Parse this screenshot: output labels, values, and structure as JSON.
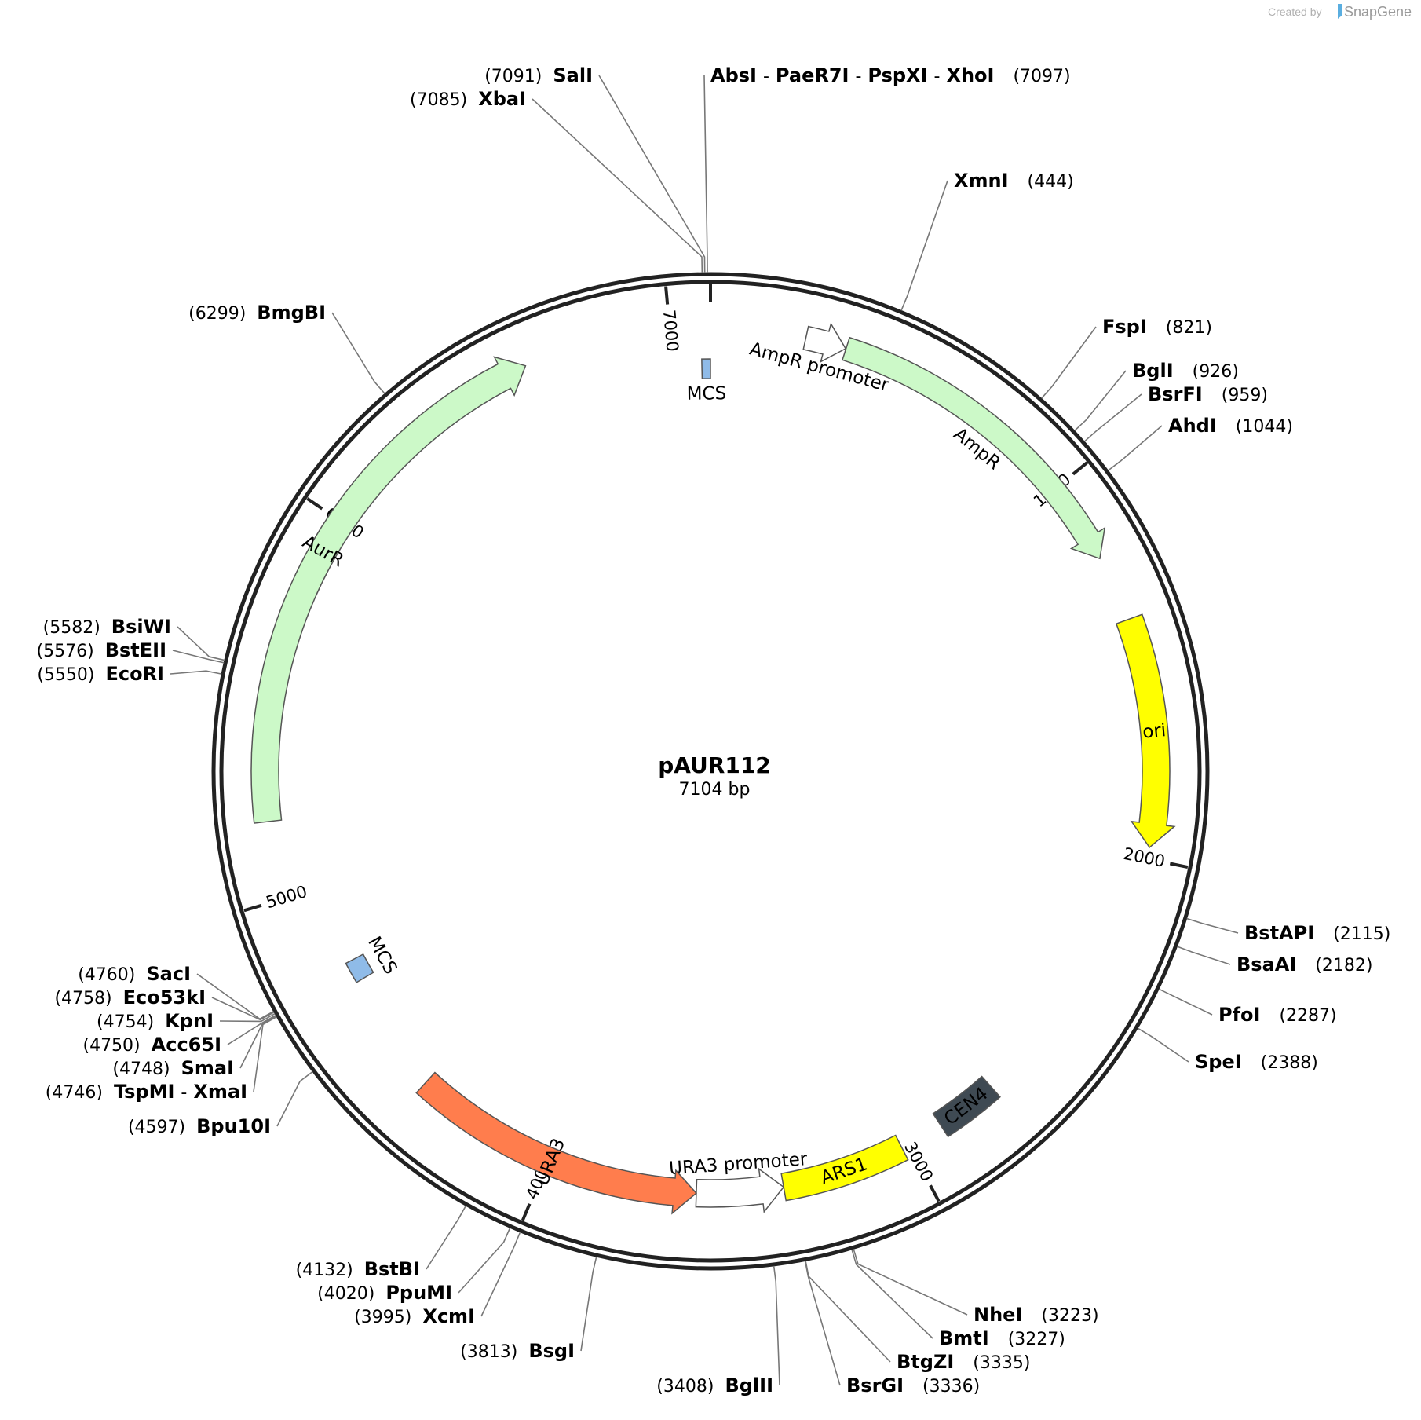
{
  "plasmid": {
    "name": "pAUR112",
    "size_text": "7104 bp",
    "length": 7104
  },
  "credit": {
    "prefix": "Created by",
    "brand": "SnapGene",
    "brand_color": "#5aaee0"
  },
  "ticks": [
    {
      "pos": 1000,
      "label": "1000"
    },
    {
      "pos": 2000,
      "label": "2000"
    },
    {
      "pos": 3000,
      "label": "3000"
    },
    {
      "pos": 4000,
      "label": "4000"
    },
    {
      "pos": 5000,
      "label": "5000"
    },
    {
      "pos": 6000,
      "label": "6000"
    },
    {
      "pos": 7000,
      "label": "7000"
    }
  ],
  "features": [
    {
      "name": "MCS",
      "start": 7080,
      "end": 7104,
      "strand": 0,
      "color": "#8fbbe8",
      "label_text": "MCS"
    },
    {
      "name": "AmpR promoter",
      "start": 245,
      "end": 350,
      "strand": 1,
      "color": "#ffffff",
      "label_text": "AmpR promoter"
    },
    {
      "name": "AmpR",
      "start": 351,
      "end": 1211,
      "strand": 1,
      "color": "#ccf9c8",
      "label_text": "AmpR"
    },
    {
      "name": "ori",
      "start": 1382,
      "end": 1970,
      "strand": 1,
      "color": "#ffff00",
      "label_text": "ori"
    },
    {
      "name": "CEN4",
      "start": 2730,
      "end": 2900,
      "strand": 0,
      "color": "#3f4a53",
      "label_text": "CEN4"
    },
    {
      "name": "ARS1",
      "start": 3020,
      "end": 3355,
      "strand": 0,
      "color": "#ffff00",
      "label_text": "ARS1"
    },
    {
      "name": "URA3 promoter",
      "start": 3355,
      "end": 3590,
      "strand": -1,
      "color": "#ffffff",
      "label_text": "URA3 promoter"
    },
    {
      "name": "URA3",
      "start": 3590,
      "end": 4390,
      "strand": -1,
      "color": "#ff7d4d",
      "label_text": "URA3"
    },
    {
      "name": "MCS",
      "start": 4720,
      "end": 4780,
      "strand": 0,
      "color": "#8fbbe8",
      "label_text": "MCS"
    },
    {
      "name": "AurR",
      "start": 5200,
      "end": 6620,
      "strand": 1,
      "color": "#ccf9c8",
      "label_text": "AurR"
    }
  ],
  "sites": [
    {
      "pos": 7091,
      "name": "SalI",
      "pos_text": "(7091)"
    },
    {
      "pos": 7085,
      "name": "XbaI",
      "pos_text": "(7085)"
    },
    {
      "pos": 7097,
      "names": [
        "AbsI",
        "PaeR7I",
        "PspXI",
        "XhoI"
      ],
      "pos_text": "(7097)"
    },
    {
      "pos": 444,
      "name": "XmnI",
      "pos_text": "(444)"
    },
    {
      "pos": 821,
      "name": "FspI",
      "pos_text": "(821)"
    },
    {
      "pos": 926,
      "name": "BglI",
      "pos_text": "(926)"
    },
    {
      "pos": 959,
      "name": "BsrFI",
      "pos_text": "(959)"
    },
    {
      "pos": 1044,
      "name": "AhdI",
      "pos_text": "(1044)"
    },
    {
      "pos": 2115,
      "name": "BstAPI",
      "pos_text": "(2115)"
    },
    {
      "pos": 2182,
      "name": "BsaAI",
      "pos_text": "(2182)"
    },
    {
      "pos": 2287,
      "name": "PfoI",
      "pos_text": "(2287)"
    },
    {
      "pos": 2388,
      "name": "SpeI",
      "pos_text": "(2388)"
    },
    {
      "pos": 3223,
      "name": "NheI",
      "pos_text": "(3223)"
    },
    {
      "pos": 3227,
      "name": "BmtI",
      "pos_text": "(3227)"
    },
    {
      "pos": 3335,
      "name": "BtgZI",
      "pos_text": "(3335)"
    },
    {
      "pos": 3336,
      "name": "BsrGI",
      "pos_text": "(3336)"
    },
    {
      "pos": 3408,
      "name": "BglII",
      "pos_text": "(3408)"
    },
    {
      "pos": 3813,
      "name": "BsgI",
      "pos_text": "(3813)"
    },
    {
      "pos": 3995,
      "name": "XcmI",
      "pos_text": "(3995)"
    },
    {
      "pos": 4020,
      "name": "PpuMI",
      "pos_text": "(4020)"
    },
    {
      "pos": 4132,
      "name": "BstBI",
      "pos_text": "(4132)"
    },
    {
      "pos": 4597,
      "name": "Bpu10I",
      "pos_text": "(4597)"
    },
    {
      "pos": 4746,
      "names": [
        "TspMI",
        "XmaI"
      ],
      "pos_text": "(4746)"
    },
    {
      "pos": 4748,
      "name": "SmaI",
      "pos_text": "(4748)"
    },
    {
      "pos": 4750,
      "name": "Acc65I",
      "pos_text": "(4750)"
    },
    {
      "pos": 4754,
      "name": "KpnI",
      "pos_text": "(4754)"
    },
    {
      "pos": 4758,
      "name": "Eco53kI",
      "pos_text": "(4758)"
    },
    {
      "pos": 4760,
      "name": "SacI",
      "pos_text": "(4760)"
    },
    {
      "pos": 5550,
      "name": "EcoRI",
      "pos_text": "(5550)"
    },
    {
      "pos": 5576,
      "name": "BstEII",
      "pos_text": "(5576)"
    },
    {
      "pos": 5582,
      "name": "BsiWI",
      "pos_text": "(5582)"
    },
    {
      "pos": 6299,
      "name": "BmgBI",
      "pos_text": "(6299)"
    }
  ]
}
